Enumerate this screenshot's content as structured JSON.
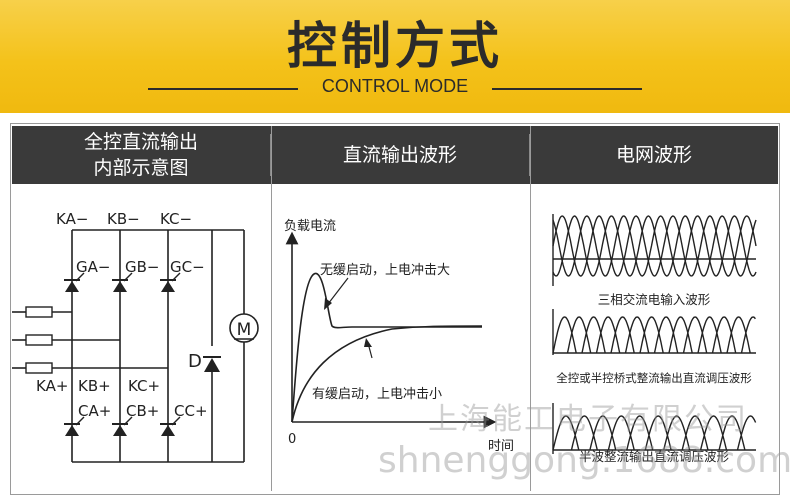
{
  "banner": {
    "title": "控制方式",
    "subtitle": "CONTROL MODE"
  },
  "columns": {
    "col1": {
      "line1": "全控直流输出",
      "line2": "内部示意图"
    },
    "col2": "直流输出波形",
    "col3": "电网波形"
  },
  "circuit": {
    "top_labels": [
      "KA−",
      "KB−",
      "KC−"
    ],
    "gate_labels_top": [
      "GA−",
      "GB−",
      "GC−"
    ],
    "k_labels_bottom": [
      "KA+",
      "KB+",
      "KC+"
    ],
    "gate_labels_bottom": [
      "CA+",
      "CB+",
      "CC+"
    ],
    "diode_label": "D",
    "motor_label": "M"
  },
  "waveform": {
    "ylabel": "负载电流",
    "xlabel": "时间",
    "origin": "0",
    "annotation_top": "无缓启动，上电冲击大",
    "annotation_bottom": "有缓启动，上电冲击小"
  },
  "grid": {
    "caption1": "三相交流电输入波形",
    "caption2": "全控或半控桥式整流输出直流调压波形",
    "caption3": "半波整流输出直流调压波形"
  },
  "watermark": {
    "company": "上海能工电子有限公司",
    "url": "shnenggong.1688.com"
  },
  "colors": {
    "banner": "#f4c21a",
    "header_bar": "#3a3a3a",
    "line": "#222222"
  }
}
